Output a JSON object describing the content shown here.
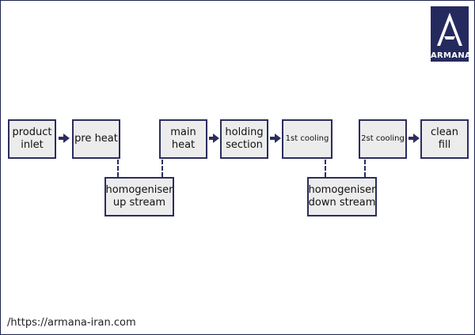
{
  "brand": {
    "name": "ARMANA",
    "primary_color": "#252a5e",
    "logo_icon": "armana-a-logo-icon"
  },
  "flow": {
    "product_inlet": "product\ninlet",
    "pre_heat": "pre heat",
    "main_heat": "main\nheat",
    "holding_section": "holding\nsection",
    "first_cooling": "1st cooling",
    "second_cooling": "2st cooling",
    "clean_fill": "clean\nfill"
  },
  "branches": {
    "homogeniser_up": "homogeniser\nup stream",
    "homogeniser_down": "homogeniser\ndown stream"
  },
  "footer": {
    "url": "/https://armana-iran.com"
  }
}
